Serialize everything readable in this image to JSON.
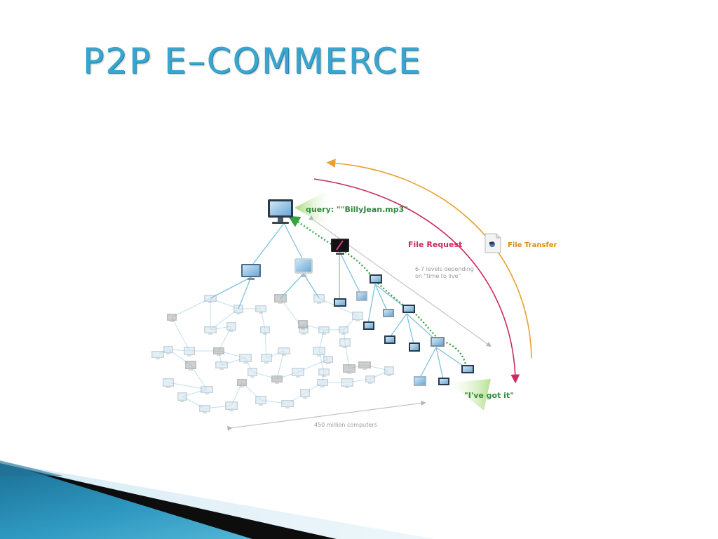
{
  "slide": {
    "title": "P2P E–COMMERCE"
  },
  "diagram": {
    "query_label": "query: \"\"BillyJean.mp3\"",
    "file_request_label": "File Request",
    "file_transfer_label": "File Transfer",
    "levels_line1": "6-7 levels depending",
    "levels_line2": "on \"time to live\"",
    "got_it_label": "\"I've got it\"",
    "computers_label": "450 million computers",
    "colors": {
      "title": "#3aa6cf",
      "query_green": "#2e8b3c",
      "file_request": "#cc2a5e",
      "file_transfer": "#e8a030",
      "network_line": "#7ec3dc"
    },
    "icons": [
      "computer-icon",
      "file-icon"
    ]
  }
}
